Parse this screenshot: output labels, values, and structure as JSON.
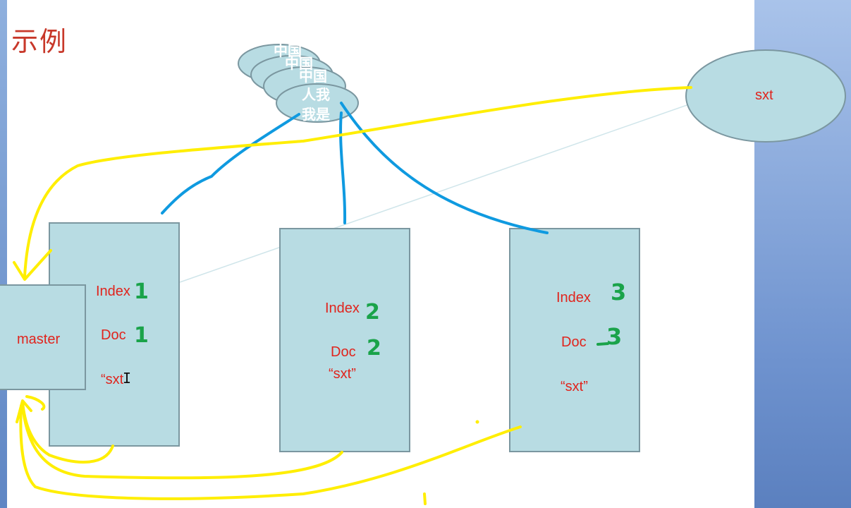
{
  "slide": {
    "title": "示例"
  },
  "colors": {
    "text_red": "#e0241d",
    "box_fill": "#b8dce3",
    "blue_ink": "#0f9ae0",
    "yellow_ink": "#ffee00",
    "green_ink": "#1aa34a"
  },
  "master": {
    "label": "master"
  },
  "remote": {
    "label": "sxt"
  },
  "data_cloud": {
    "fragments": [
      "中国",
      "中国",
      "中国",
      "人我",
      "我是"
    ]
  },
  "nodes": [
    {
      "index_label": "Index",
      "index_num": "1",
      "doc_label": "Doc",
      "doc_num": "1",
      "value": "“sxt"
    },
    {
      "index_label": "Index",
      "index_num": "2",
      "doc_label": "Doc",
      "doc_num": "2",
      "value": "“sxt”"
    },
    {
      "index_label": "Index",
      "index_num": "3",
      "doc_label": "Doc",
      "doc_num": "3",
      "value": "“sxt”"
    }
  ]
}
